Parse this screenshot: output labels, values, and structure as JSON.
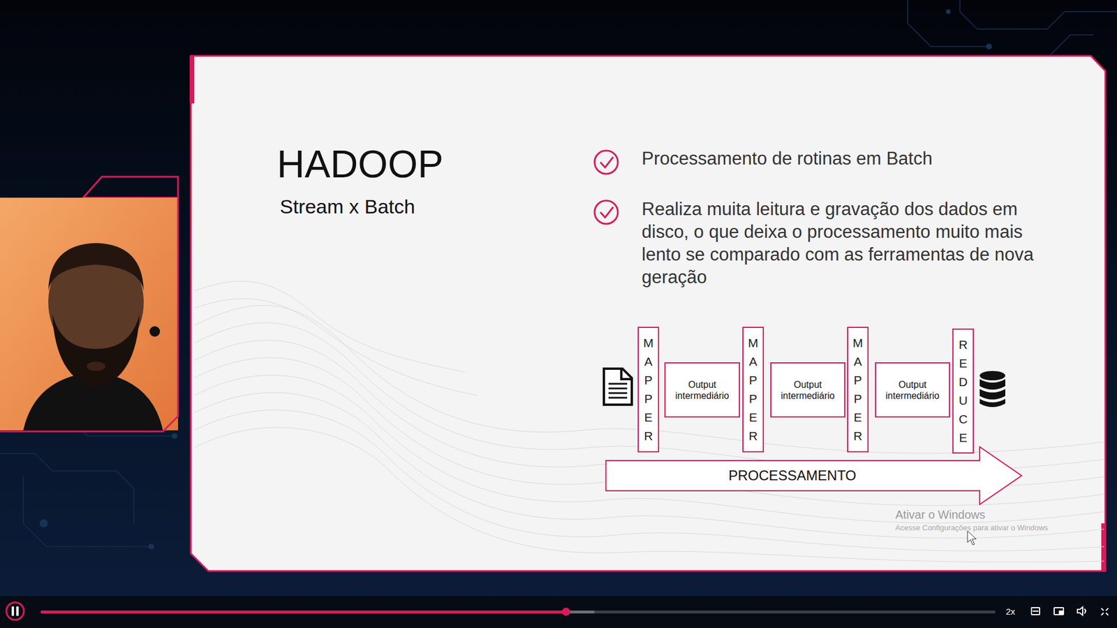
{
  "diagram": {
    "title": "HADOOP",
    "nodes": [
      {
        "text": [
          "MAPPER"
        ]
      },
      {
        "text": [
          "Output intermediário"
        ]
      },
      {
        "text": [
          "MAPPER"
        ]
      },
      {
        "text": [
          "Output intermediário"
        ]
      },
      {
        "text": [
          "MAPPER"
        ]
      },
      {
        "text": [
          "Output intermediário"
        ]
      },
      {
        "text": [
          "REDUCE"
        ]
      },
      {
        "text": [
          "PROCESSAMENTO"
        ]
      }
    ],
    "labels": [
      "Stream x Batch",
      "Processamento de rotinas em Batch",
      "Realiza muita leitura e gravação dos dados em disco, o que deixa o processamento muito mais lento se comparado com as ferramentas de nova geração",
      "Ativar o Windows",
      "Acesse Configurações para ativar o Windows",
      "2x"
    ]
  }
}
